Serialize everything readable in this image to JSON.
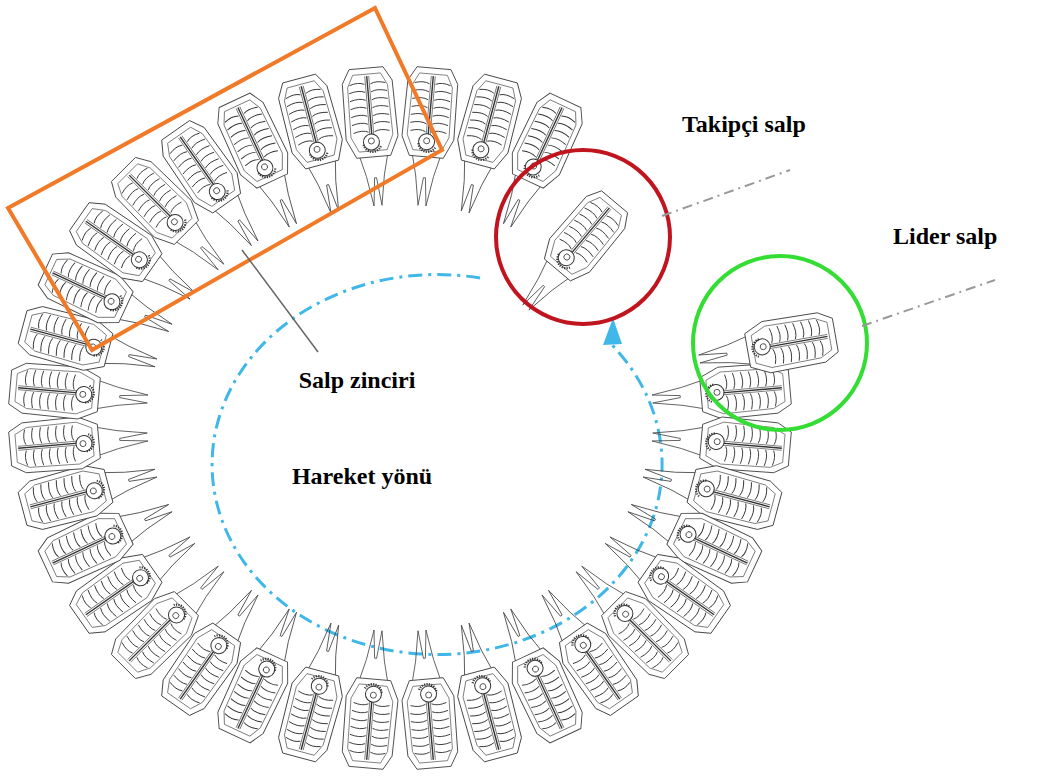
{
  "diagram": {
    "labels": [
      "Takipçi salp",
      "Lider salp",
      "Salp zinciri",
      "Hareket yönü"
    ]
  }
}
